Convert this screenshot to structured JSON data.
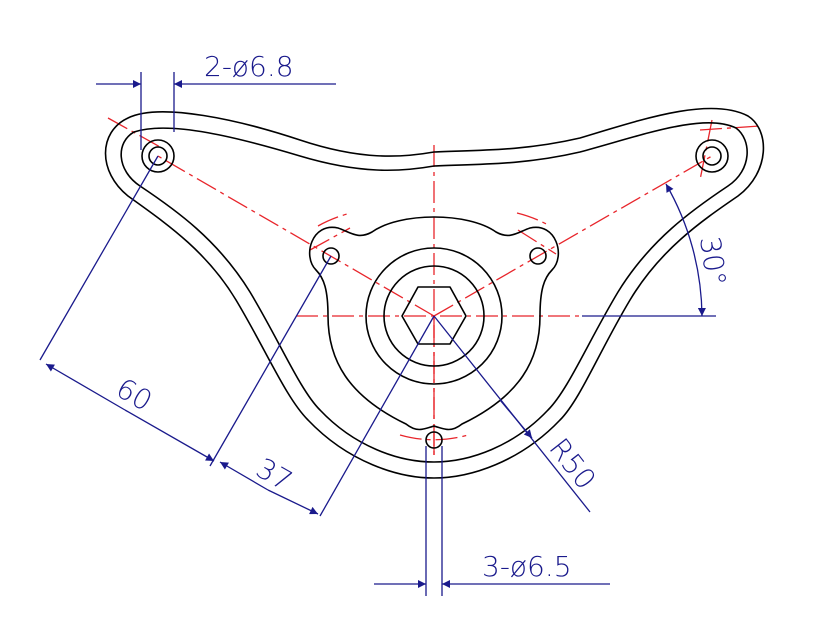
{
  "colors": {
    "outline": "#000000",
    "center_line": "#e8252b",
    "dimension": "#1a1a8c",
    "background": "#ffffff"
  },
  "labels": {
    "holes_top": "2-ø6.8",
    "holes_bottom": "3-ø6.5",
    "radius": "R50",
    "length_60": "60",
    "length_37": "37",
    "angle": "30°"
  }
}
